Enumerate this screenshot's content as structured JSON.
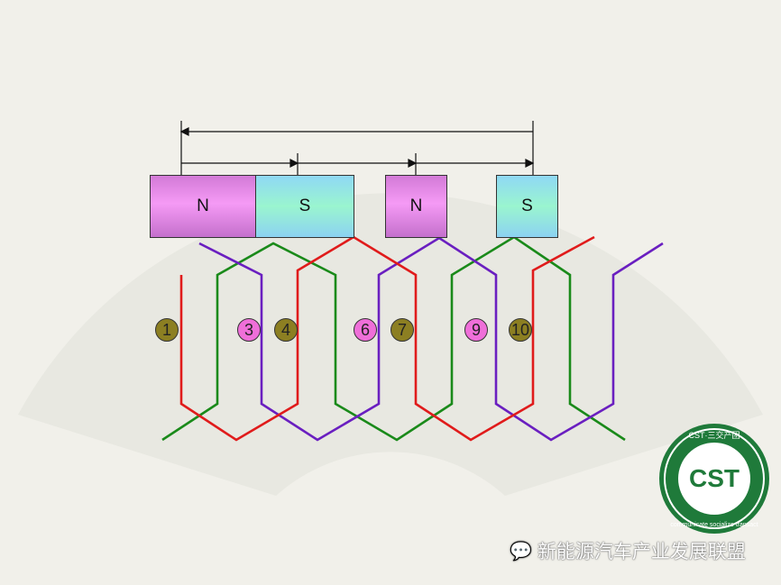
{
  "magnets": [
    {
      "label": "N",
      "pole": "north"
    },
    {
      "label": "S",
      "pole": "south"
    },
    {
      "label": "N",
      "pole": "north"
    },
    {
      "label": "S",
      "pole": "south"
    }
  ],
  "slots": [
    {
      "label": "1",
      "color": "#8c7f22"
    },
    {
      "label": "3",
      "color": "#ef6fd9"
    },
    {
      "label": "4",
      "color": "#8c7f22"
    },
    {
      "label": "6",
      "color": "#ef6fd9"
    },
    {
      "label": "7",
      "color": "#8c7f22"
    },
    {
      "label": "9",
      "color": "#ef6fd9"
    },
    {
      "label": "10",
      "color": "#8c7f22"
    }
  ],
  "wires": {
    "phase_a": "#e01b1b",
    "phase_b": "#6a1fc0",
    "phase_c": "#1a8a1a"
  },
  "logo": {
    "top_text": "CST·三交产团",
    "center_text": "CST",
    "bottom_text": "communicate socialize transact",
    "color": "#1f7a3a"
  },
  "watermark": {
    "text": "新能源汽车产业发展联盟",
    "icon": "wechat-icon"
  }
}
